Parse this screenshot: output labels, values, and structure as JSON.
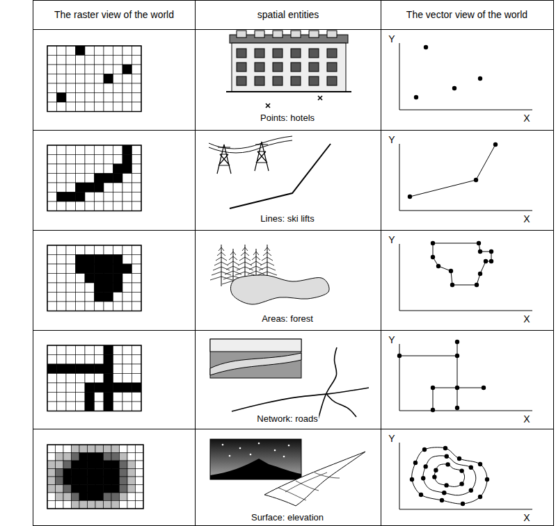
{
  "diagram": {
    "labels": [
      "The raster view of the world",
      "spatial entities",
      "The vector view of the world",
      "Points: hotels",
      "Y",
      "X",
      "Lines: ski lifts",
      "Y",
      "X",
      "Areas: forest",
      "Y",
      "X",
      "Network: roads",
      "Y",
      "X",
      "Surface: elevation",
      "Y",
      "X"
    ]
  }
}
